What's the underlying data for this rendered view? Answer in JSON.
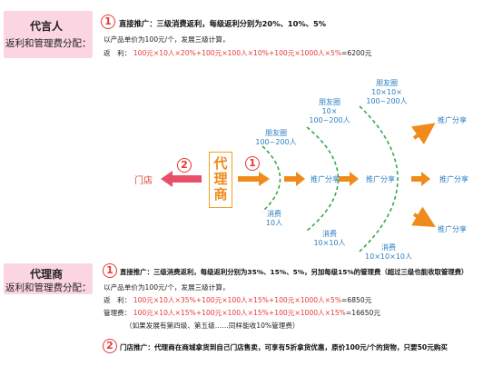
{
  "top": {
    "box_title": "代言人",
    "box_subtitle": "返利和管理费分配：",
    "num1": "1",
    "heading": "直接推广：三级消费返利，每级返利分别为20%、10%、5%",
    "line1": "以产品单价为100元/个，发展三级计算，",
    "rebate_label": "返　利：",
    "rebate_formula": "100元×10人×20%+100元×100人×10%+100元×1000人×5%",
    "rebate_result": "=6200元"
  },
  "diagram": {
    "store": "门店",
    "num2": "2",
    "agent": "代理商",
    "num_mid": "1",
    "circles": [
      {
        "name": "朋友圈",
        "count": "100~200人"
      },
      {
        "name": "朋友圈",
        "count": "10×",
        "count2": "100~200人"
      },
      {
        "name": "朋友圈",
        "count": "10×10×",
        "count2": "100~200人"
      }
    ],
    "consumers": [
      {
        "label": "消费",
        "count": "10人"
      },
      {
        "label": "消费",
        "count": "10×10人"
      },
      {
        "label": "消费",
        "count": "10×10×10人"
      }
    ],
    "share_label": "推广分享"
  },
  "bottom": {
    "box_title": "代理商",
    "box_subtitle": "返利和管理费分配：",
    "num1": "1",
    "heading": "直接推广：三级消费返利，每级返利分别为35%、15%、5%，另加每级15%的管理费（超过三级也能收取管理费）",
    "line1": "以产品单价为100元/个，发展三级计算，",
    "rebate_label": "返　利：",
    "rebate_formula": "100元×10人×35%+100元×100人×15%+100元×1000人×5%",
    "rebate_result": "=6850元",
    "mgmt_label": "管理费：",
    "mgmt_formula": "100元×10人×15%+100元×100人×15%+100元×1000人×15%",
    "mgmt_result": "=16650元",
    "note": "（如果发展有第四级、第五级……同样能收10%管理费）",
    "num2": "2",
    "store_heading": "门店推广：代理商在商城拿货到自己门店售卖，可享有5折拿货优惠，原价100元/个的货物，只要50元购买"
  },
  "colors": {
    "red": "#e53935",
    "blue": "#2b7fc3",
    "orange": "#f08a1a",
    "green": "#3aa84a",
    "pink": "#fbd6e2"
  }
}
